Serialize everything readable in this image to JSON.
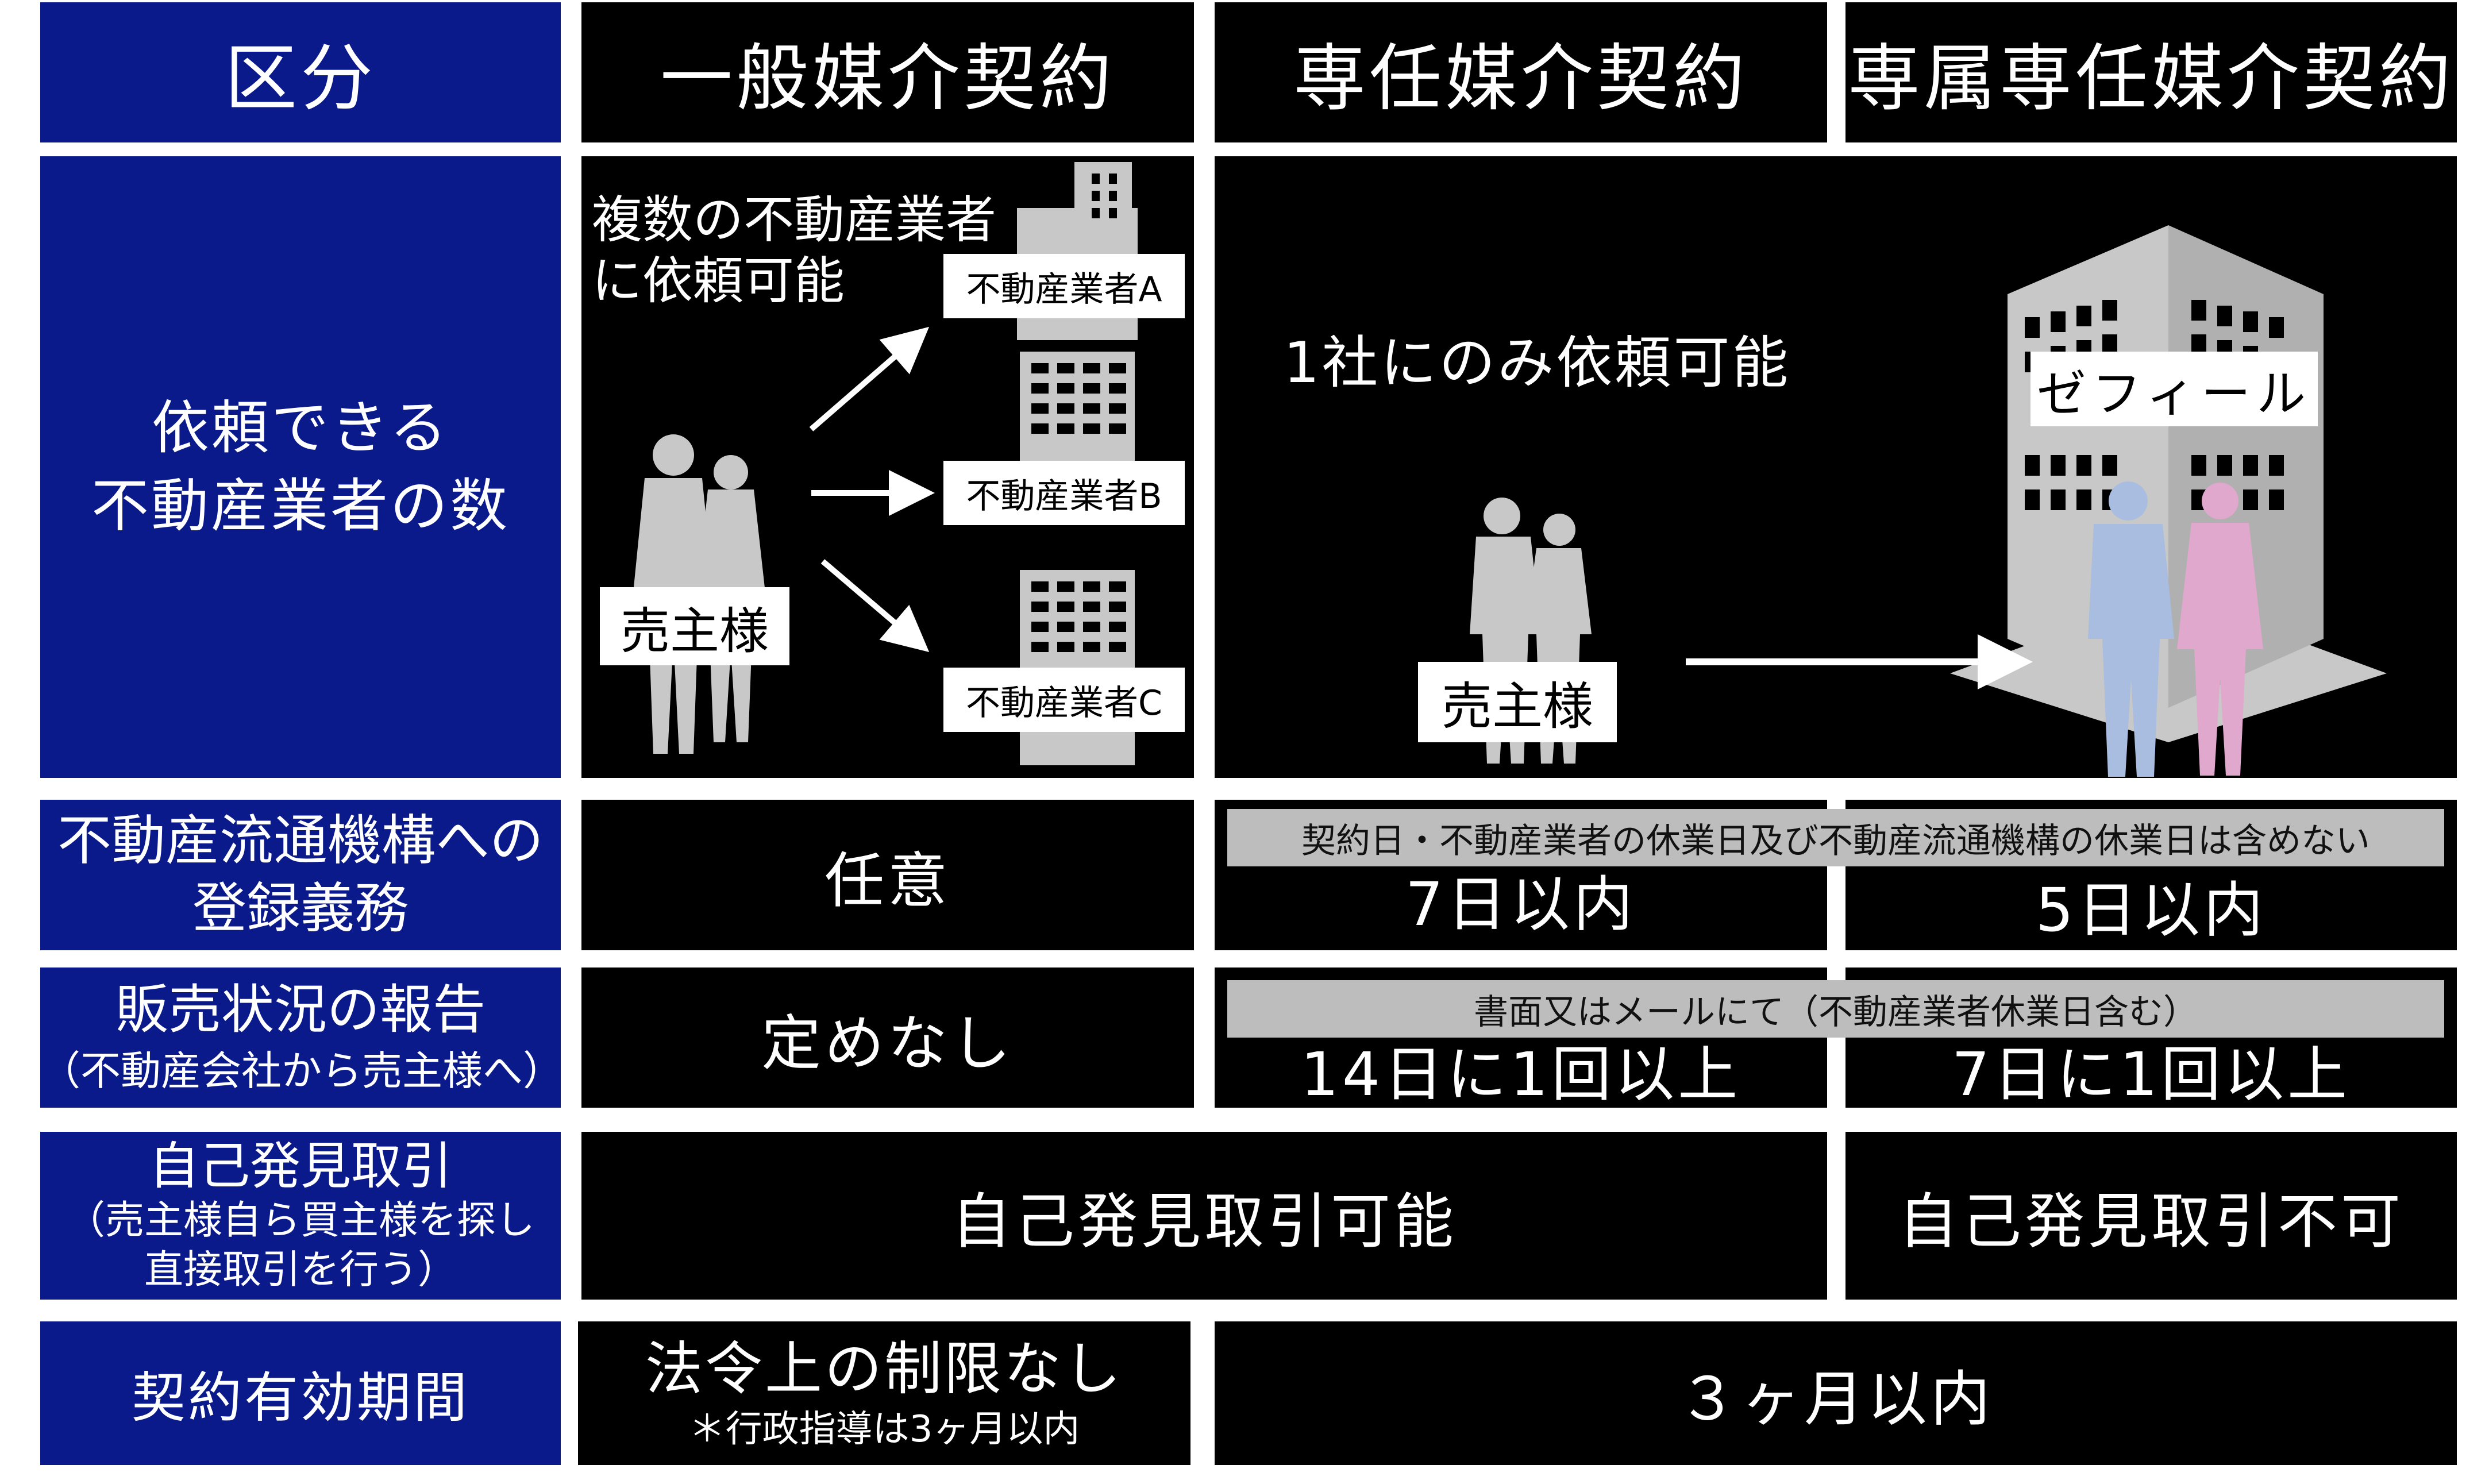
{
  "header": {
    "category": "区分",
    "general": "一般媒介契約",
    "exclusive": "専任媒介契約",
    "exclusive_exclusive": "専属専任媒介契約"
  },
  "row_agents": {
    "label_line1": "依頼できる",
    "label_line2": "不動産業者の数",
    "general_caption_line1": "複数の不動産業者",
    "general_caption_line2": "に依頼可能",
    "agent_a": "不動産業者A",
    "agent_b": "不動産業者B",
    "agent_c": "不動産業者C",
    "seller_label": "売主様",
    "exclusive_caption": "1社にのみ依頼可能",
    "company_name": "ゼフィール",
    "seller_label_right": "売主様"
  },
  "row_registration": {
    "label_line1": "不動産流通機構への",
    "label_line2": "登録義務",
    "general_value": "任意",
    "note": "契約日・不動産業者の休業日及び不動産流通機構の休業日は含めない",
    "exclusive_value": "7日以内",
    "exclusive_exclusive_value": "5日以内"
  },
  "row_report": {
    "label_line1": "販売状況の報告",
    "label_line2": "（不動産会社から売主様へ）",
    "general_value": "定めなし",
    "note": "書面又はメールにて（不動産業者休業日含む）",
    "exclusive_value": "14日に1回以上",
    "exclusive_exclusive_value": "7日に1回以上"
  },
  "row_self": {
    "label_line1": "自己発見取引",
    "label_line2": "（売主様自ら買主様を探し",
    "label_line3": "直接取引を行う）",
    "general_exclusive_value": "自己発見取引可能",
    "exclusive_exclusive_value": "自己発見取引不可"
  },
  "row_period": {
    "label": "契約有効期間",
    "general_value_line1": "法令上の制限なし",
    "general_value_line2": "＊行政指導は3ヶ月以内",
    "exclusive_value": "３ヶ月以内"
  },
  "colors": {
    "navy": "#0b1a8a",
    "black": "#000000",
    "note_grey": "#bdbdbd",
    "building_grey": "#c8c8c8",
    "man_blue": "#a9bde0",
    "woman_pink": "#e0a8cc"
  }
}
